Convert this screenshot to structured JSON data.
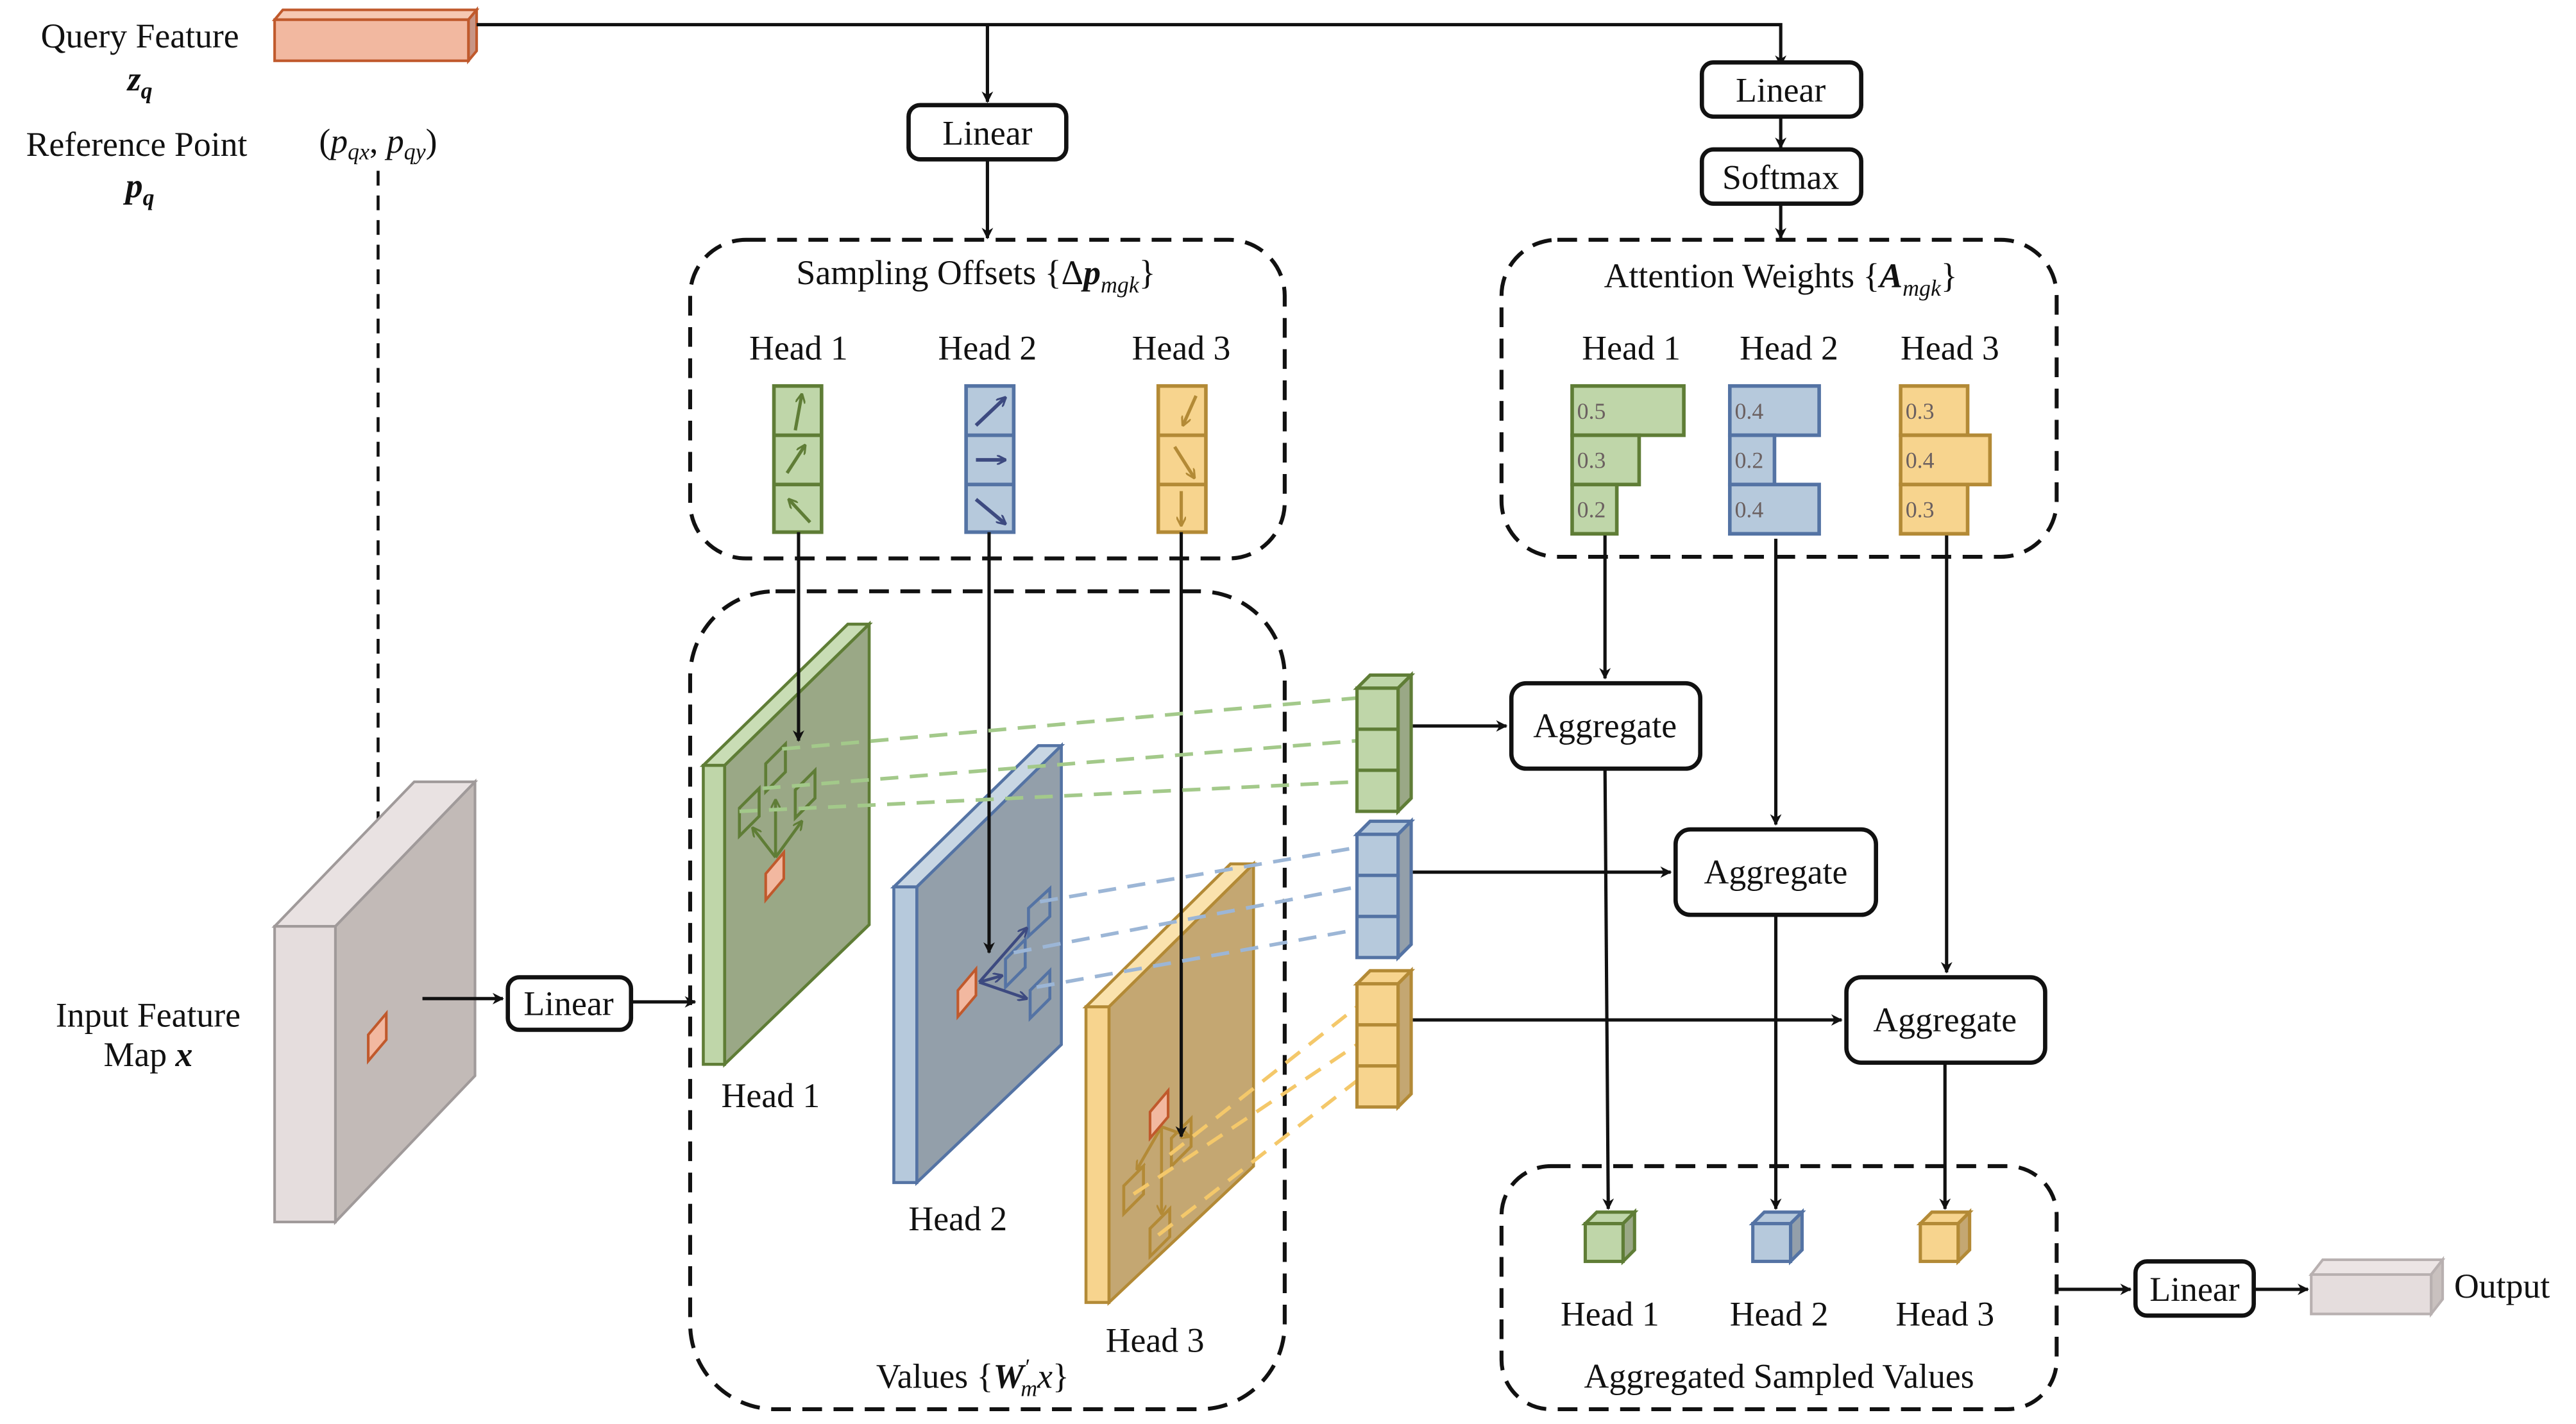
{
  "colors": {
    "green_fill": "#bfd6a9",
    "green_stroke": "#5f7d36",
    "green_dark": "#9aa886",
    "blue_fill": "#b6c9dc",
    "blue_stroke": "#5473a4",
    "blue_dark": "#939faa",
    "yellow_fill": "#f7d48e",
    "yellow_stroke": "#b38a36",
    "yellow_dark": "#c4a772",
    "query_fill": "#f2b8a0",
    "query_stroke": "#c0592c",
    "gray_fill": "#e5dddd",
    "gray_dark": "#c2bab7",
    "gray_stroke": "#a09a9a",
    "green_dash": "#a3c98a",
    "blue_dash": "#9cb6d6",
    "yellow_dash": "#f4c86a"
  },
  "inputs": {
    "query_feature": "Query Feature",
    "query_symbol": "z",
    "query_sub": "q",
    "reference_point": "Reference Point",
    "reference_symbol": "p",
    "reference_sub": "q",
    "ref_coords_open": "(",
    "ref_coords_px": "p",
    "ref_coords_px_sub": "qx",
    "ref_coords_sep": ", ",
    "ref_coords_py": "p",
    "ref_coords_py_sub": "qy",
    "ref_coords_close": ")",
    "input_map_line1": "Input Feature",
    "input_map_line2": "Map ",
    "input_map_symbol": "x"
  },
  "ops": {
    "linear": "Linear",
    "softmax": "Softmax",
    "aggregate": "Aggregate"
  },
  "sampling_offsets": {
    "title": "Sampling Offsets {Δ",
    "symbol": "p",
    "sub": "mgk",
    "close": "}",
    "heads": [
      "Head 1",
      "Head 2",
      "Head 3"
    ]
  },
  "attention_weights": {
    "title": "Attention Weights {",
    "symbol": "A",
    "sub": "mgk",
    "close": "}",
    "heads": [
      {
        "label": "Head 1",
        "weights": [
          0.5,
          0.3,
          0.2
        ]
      },
      {
        "label": "Head 2",
        "weights": [
          0.4,
          0.2,
          0.4
        ]
      },
      {
        "label": "Head 3",
        "weights": [
          0.3,
          0.4,
          0.3
        ]
      }
    ]
  },
  "values": {
    "title": "Values {",
    "symbol": "W",
    "prime": "′",
    "sub": "m",
    "x": "x",
    "close": "}",
    "heads": [
      "Head 1",
      "Head 2",
      "Head 3"
    ]
  },
  "aggregated": {
    "title": "Aggregated Sampled Values",
    "heads": [
      "Head 1",
      "Head 2",
      "Head 3"
    ]
  },
  "output": {
    "label": "Output"
  }
}
